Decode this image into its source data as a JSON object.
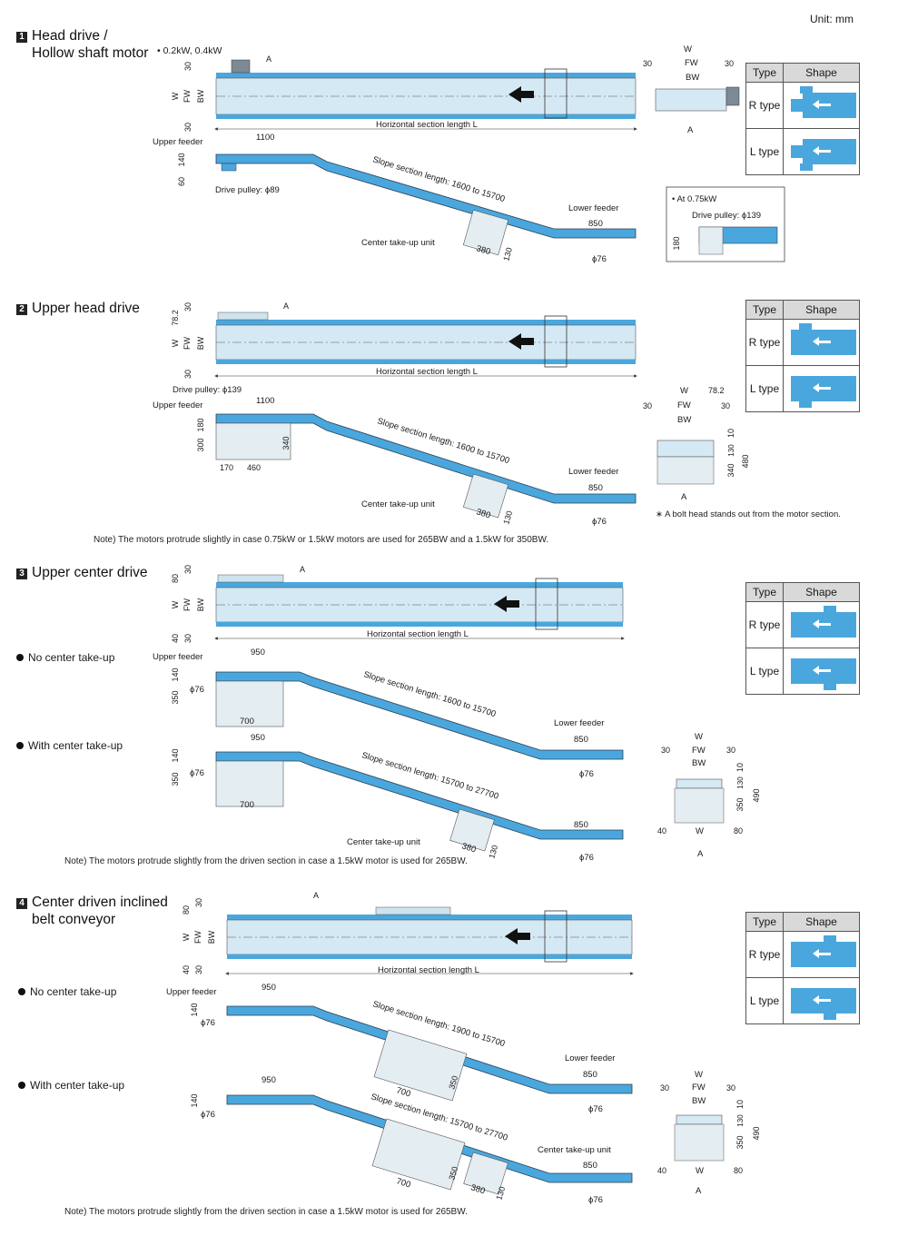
{
  "unit": "Unit: mm",
  "table_headers": {
    "type": "Type",
    "shape": "Shape"
  },
  "table_rows": [
    "R type",
    "L type"
  ],
  "sections": [
    {
      "num": "1",
      "title_line1": "Head drive /",
      "title_line2": "Hollow shaft motor",
      "power": "• 0.2kW, 0.4kW"
    },
    {
      "num": "2",
      "title_line1": "Upper head drive"
    },
    {
      "num": "3",
      "title_line1": "Upper center drive"
    },
    {
      "num": "4",
      "title_line1": "Center driven inclined",
      "title_line2": "belt conveyor"
    }
  ],
  "labels": {
    "no_center": "No center take-up",
    "with_center": "With center take-up",
    "upper_feeder": "Upper feeder",
    "lower_feeder": "Lower feeder",
    "center_unit": "Center take-up unit",
    "horiz": "Horizontal section length L",
    "slope_a": "Slope section length: 1600 to 15700",
    "slope_b": "Slope section length: 15700 to 27700",
    "slope_c": "Slope section length: 1900 to 15700",
    "drive_p89": "Drive pulley: ϕ89",
    "drive_p139": "Drive pulley: ϕ139",
    "at075": "• At 0.75kW",
    "phi76": "ϕ76",
    "bolt_note": "∗ A bolt head stands out from the motor section.",
    "A": "A",
    "W": "W",
    "FW": "FW",
    "BW": "BW"
  },
  "dims": {
    "d30": "30",
    "d40": "40",
    "d60": "60",
    "d80": "80",
    "d10": "10",
    "d130": "130",
    "d140": "140",
    "d180": "180",
    "d300": "300",
    "d340": "340",
    "d350": "350",
    "d380": "380",
    "d460": "460",
    "d170": "170",
    "d480": "480",
    "d490": "490",
    "d700": "700",
    "d850": "850",
    "d950": "950",
    "d1100": "1100",
    "d782": "78.2"
  },
  "notes": {
    "n2": "Note) The motors protrude slightly in case 0.75kW or 1.5kW motors are used for 265BW and a 1.5kW for 350BW.",
    "n3": "Note) The motors protrude slightly from the driven section in case a 1.5kW motor is used for 265BW.",
    "n4": "Note) The motors protrude slightly from the driven section in case a 1.5kW motor is used for 265BW."
  },
  "colors": {
    "belt": "#4aa7dd",
    "belt_light": "#cfe6f2",
    "frame": "#2c3e50",
    "motor_box": "#e4edf2"
  }
}
